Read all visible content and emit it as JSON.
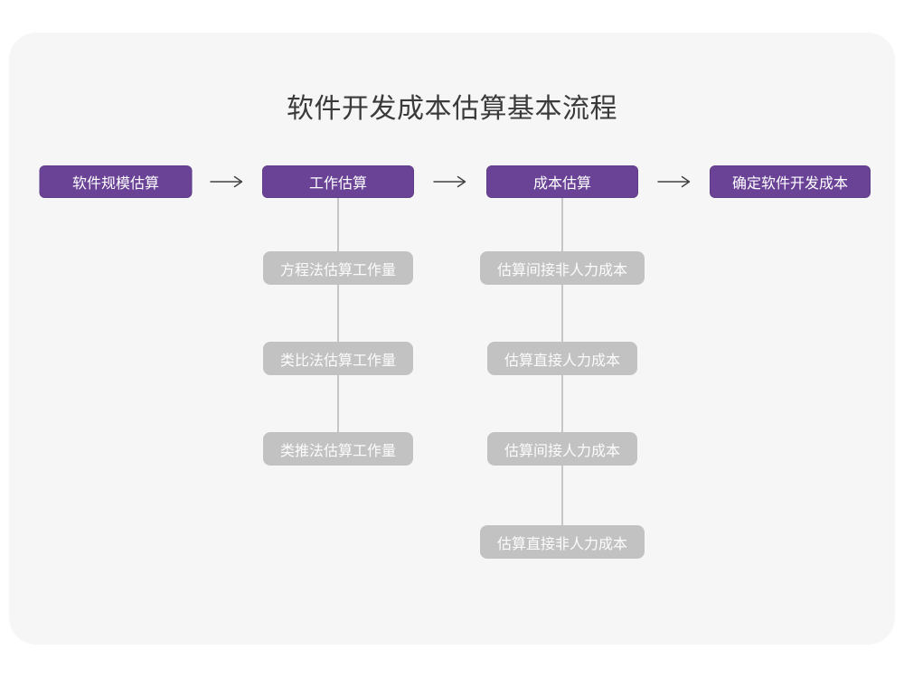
{
  "title": "软件开发成本估算基本流程",
  "colors": {
    "purple": "#6A4397",
    "gray_box": "#C2C2C2",
    "card_bg": "#F6F6F6",
    "connector": "#C6C6C6",
    "arrow": "#414141"
  },
  "flow": {
    "main_steps": [
      "软件规模估算",
      "工作估算",
      "成本估算",
      "确定软件开发成本"
    ],
    "work_substeps": [
      "方程法估算工作量",
      "类比法估算工作量",
      "类推法估算工作量"
    ],
    "cost_substeps": [
      "估算间接非人力成本",
      "估算直接人力成本",
      "估算间接人力成本",
      "估算直接非人力成本"
    ]
  }
}
